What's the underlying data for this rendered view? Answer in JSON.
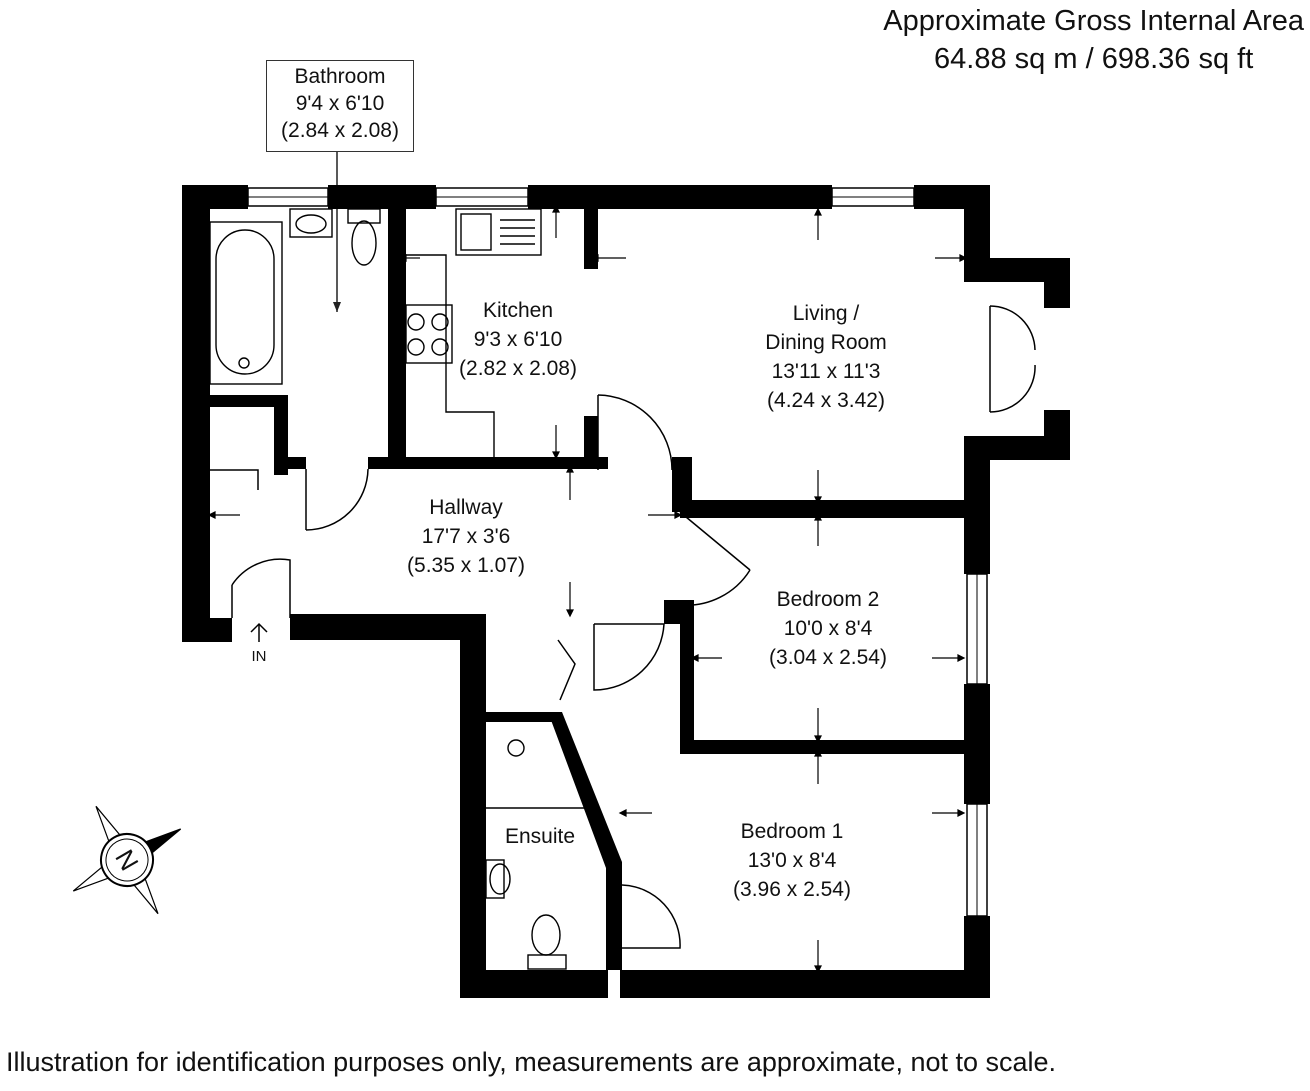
{
  "header": {
    "title": "Approximate Gross Internal Area",
    "area": "64.88 sq m / 698.36 sq ft"
  },
  "rooms": {
    "bathroom": {
      "name": "Bathroom",
      "imperial": "9'4 x 6'10",
      "metric": "(2.84 x 2.08)"
    },
    "kitchen": {
      "name": "Kitchen",
      "imperial": "9'3 x 6'10",
      "metric": "(2.82 x 2.08)"
    },
    "living": {
      "name_line1": "Living /",
      "name_line2": "Dining Room",
      "imperial": "13'11 x 11'3",
      "metric": "(4.24 x 3.42)"
    },
    "hallway": {
      "name": "Hallway",
      "imperial": "17'7 x 3'6",
      "metric": "(5.35 x 1.07)"
    },
    "bedroom2": {
      "name": "Bedroom 2",
      "imperial": "10'0 x 8'4",
      "metric": "(3.04 x 2.54)"
    },
    "bedroom1": {
      "name": "Bedroom 1",
      "imperial": "13'0 x 8'4",
      "metric": "(3.96 x 2.54)"
    },
    "ensuite": {
      "name": "Ensuite"
    }
  },
  "entrance": {
    "label": "IN"
  },
  "compass": {
    "label": "N"
  },
  "footer": {
    "disclaimer": "Illustration for identification purposes only, measurements are approximate, not to scale."
  }
}
